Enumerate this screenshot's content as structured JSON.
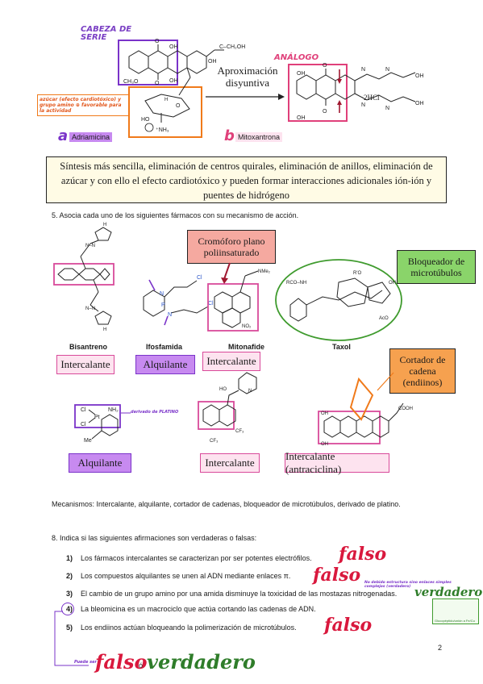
{
  "top": {
    "cabeza_serie": "CABEZA DE SERIE",
    "analogo": "ANÁLOGO",
    "arrow_label": "Aproximación disyuntiva",
    "orange_note": "azúcar (efecto cardiotóxico) y grupo amino ⊕ favorable para la actividad",
    "label_a_letter": "a",
    "label_a": "Adriamicina",
    "label_b_letter": "b",
    "label_b": "Mitoxantrona",
    "hcl": "·2HCl"
  },
  "summary": "Síntesis más sencilla, eliminación de centros quirales, eliminación de anillos, eliminación de azúcar y con ello el efecto cardiotóxico y pueden formar interacciones adicionales ión-ión y puentes de hidrógeno",
  "q5": {
    "title": "5. Asocia cada uno de los siguientes fármacos con su mecanismo de acción.",
    "cromoforo": "Cromóforo plano poliinsaturado",
    "bloqueador": "Bloqueador de microtúbulos",
    "cortador": "Cortador de cadena (endiinos)",
    "names": [
      "Bisantreno",
      "Ifosfamida",
      "Mitonafide",
      "Taxol"
    ],
    "answers_row1": [
      "Intercalante",
      "Alquilante",
      "Intercalante"
    ],
    "platino_note": "derivado de PLATINO",
    "answers_row2": [
      "Alquilante",
      "Intercalante",
      "Intercalante (antraciclina)"
    ],
    "mecanismos": "Mecanismos: Intercalante, alquilante, cortador de cadenas, bloqueador de microtúbulos, derivado de platino."
  },
  "q8": {
    "title": "8. Indica si las siguientes afirmaciones son verdaderas o falsas:",
    "items": [
      {
        "num": "1)",
        "text": "Los fármacos intercalantes se caracterizan por ser potentes electrófilos.",
        "answer": "falso"
      },
      {
        "num": "2)",
        "text": "Los compuestos alquilantes se unen al ADN mediante enlaces π.",
        "answer": "falso"
      },
      {
        "num": "3)",
        "text": "El cambio de un grupo amino por una amida disminuye la toxicidad de las mostazas nitrogenadas.",
        "answer": "verdadero"
      },
      {
        "num": "4)",
        "text": "La bleomicina es un macrociclo que actúa cortando las cadenas de ADN.",
        "answer": ""
      },
      {
        "num": "5)",
        "text": "Los endiinos actúan bloqueando la polimerización de microtúbulos.",
        "answer": "falso"
      }
    ],
    "note3": "No debido estructura sino enlaces simples complejos (verdadero)",
    "note_bottom": "Puede ser",
    "bottom_falso": "falso",
    "bottom_o": "ó",
    "bottom_verdadero": "verdadero",
    "green_box_caption": "Glucopéptido/unión a Fe/Cu"
  },
  "page_number": "2",
  "colors": {
    "pink": "#d94a9a",
    "purple": "#7a33c9",
    "orange": "#f07a1a",
    "green": "#3f9b2e",
    "red": "#c0202f",
    "summary_bg": "#fffbe5"
  }
}
